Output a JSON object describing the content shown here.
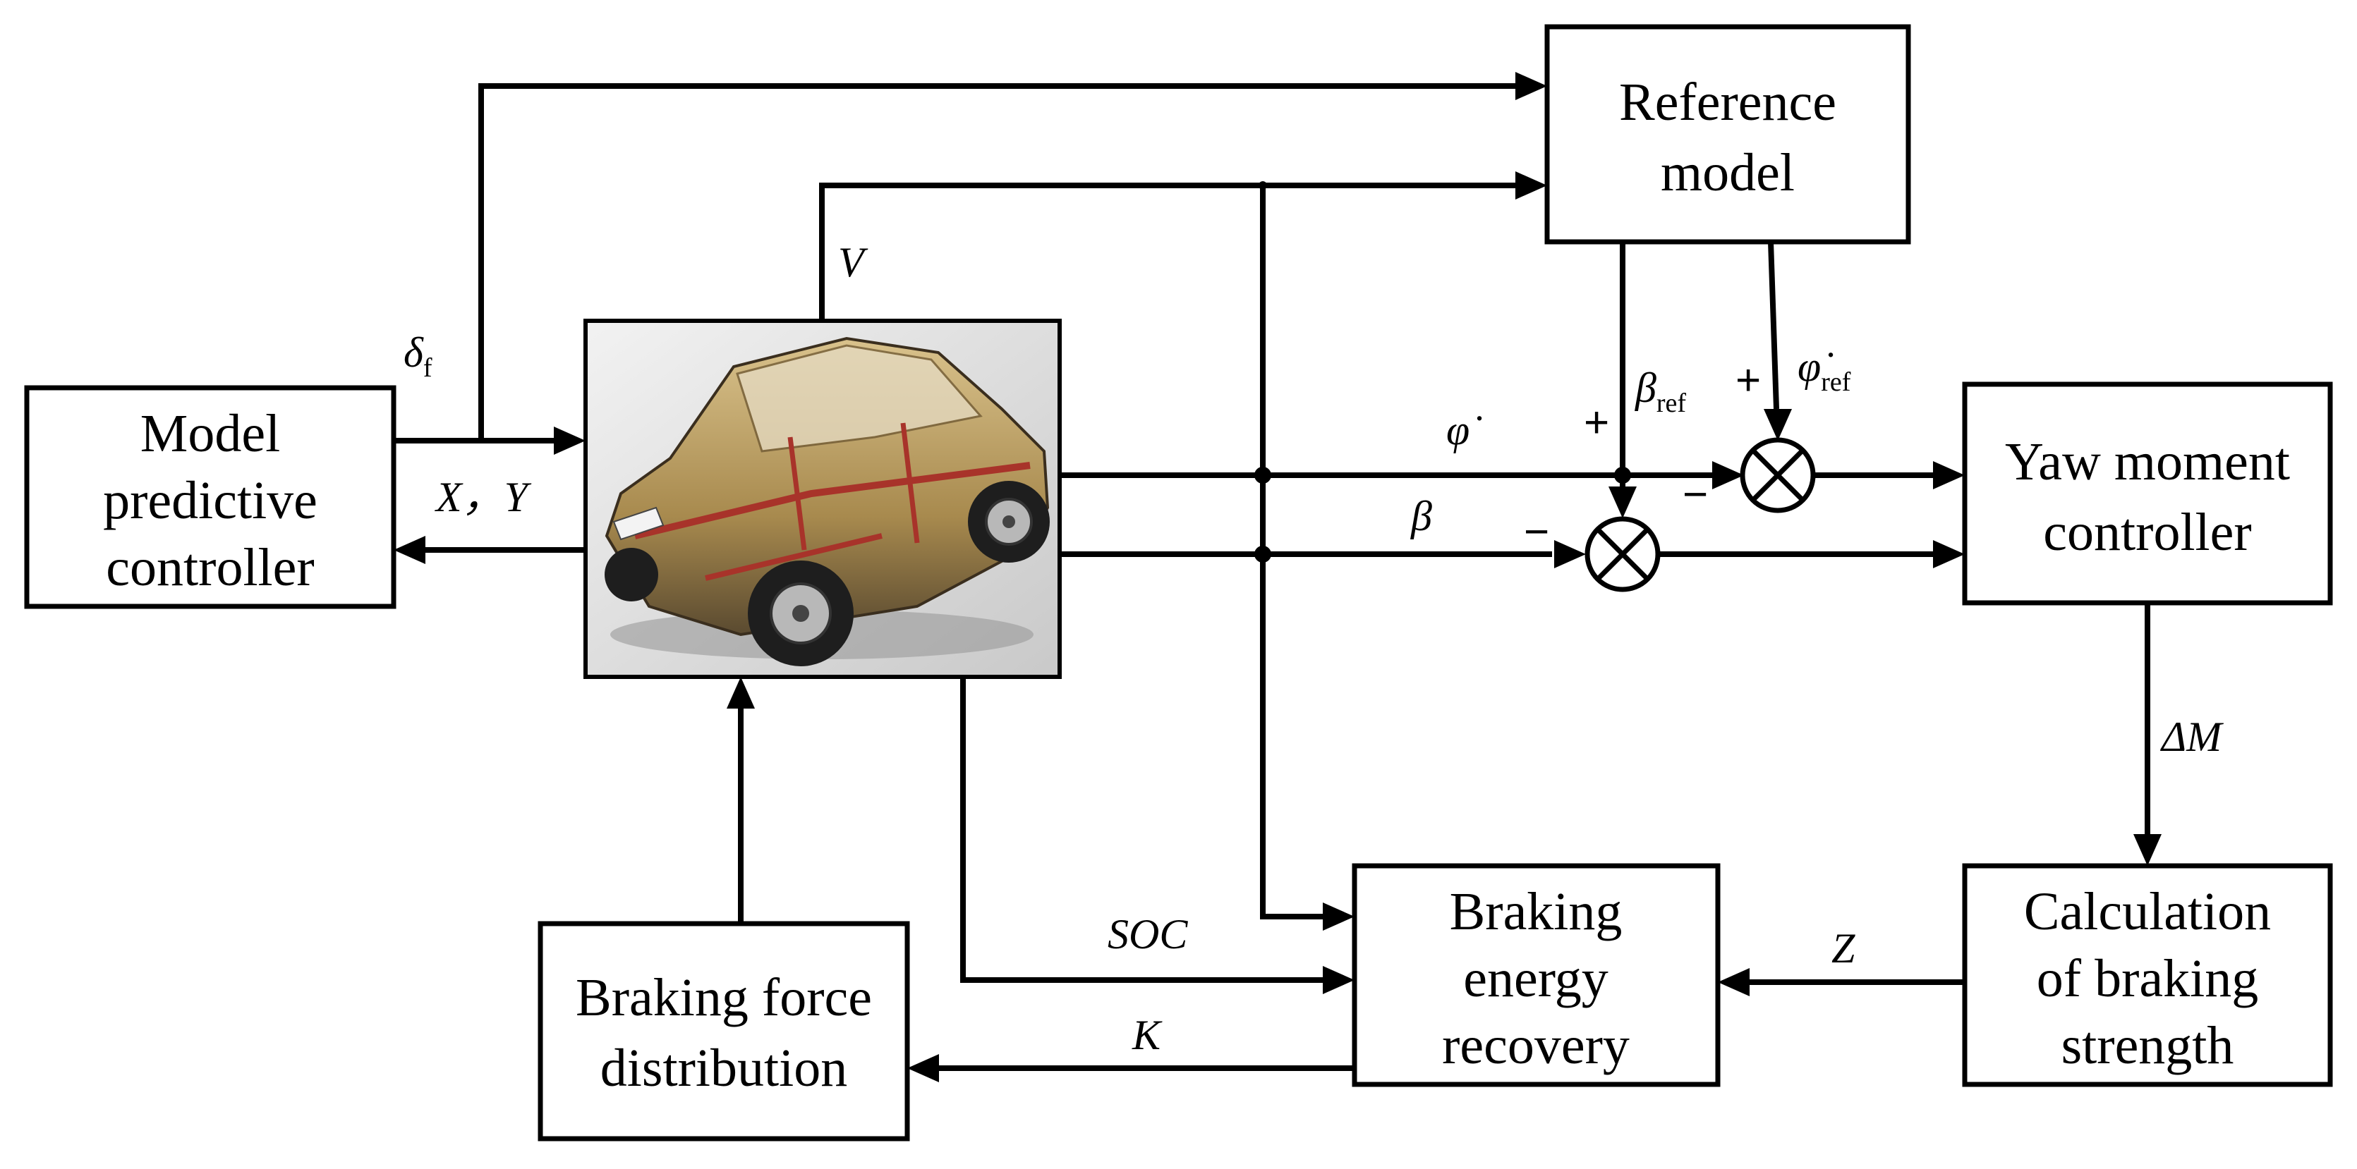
{
  "blocks": {
    "mpc": [
      "Model",
      "predictive",
      "controller"
    ],
    "reference": [
      "Reference",
      "model"
    ],
    "yaw": [
      "Yaw moment",
      "controller"
    ],
    "braking_strength": [
      "Calculation",
      "of braking",
      "strength"
    ],
    "energy_recovery": [
      "Braking",
      "energy",
      "recovery"
    ],
    "force_distribution": [
      "Braking force",
      "distribution"
    ]
  },
  "signals": {
    "delta": "δ",
    "delta_sub": "f",
    "xy": "X，Y",
    "v": "V",
    "phi_dot": "φ̇",
    "beta": "β",
    "beta_ref": "β",
    "ref_sub": "ref",
    "phi_ref": "φ̇",
    "delta_m": "ΔM",
    "z": "Z",
    "soc": "SOC",
    "k": "K"
  },
  "signs": {
    "plus": "+",
    "minus": "−"
  },
  "vehicle_image": "vehicle-cutaway-image"
}
